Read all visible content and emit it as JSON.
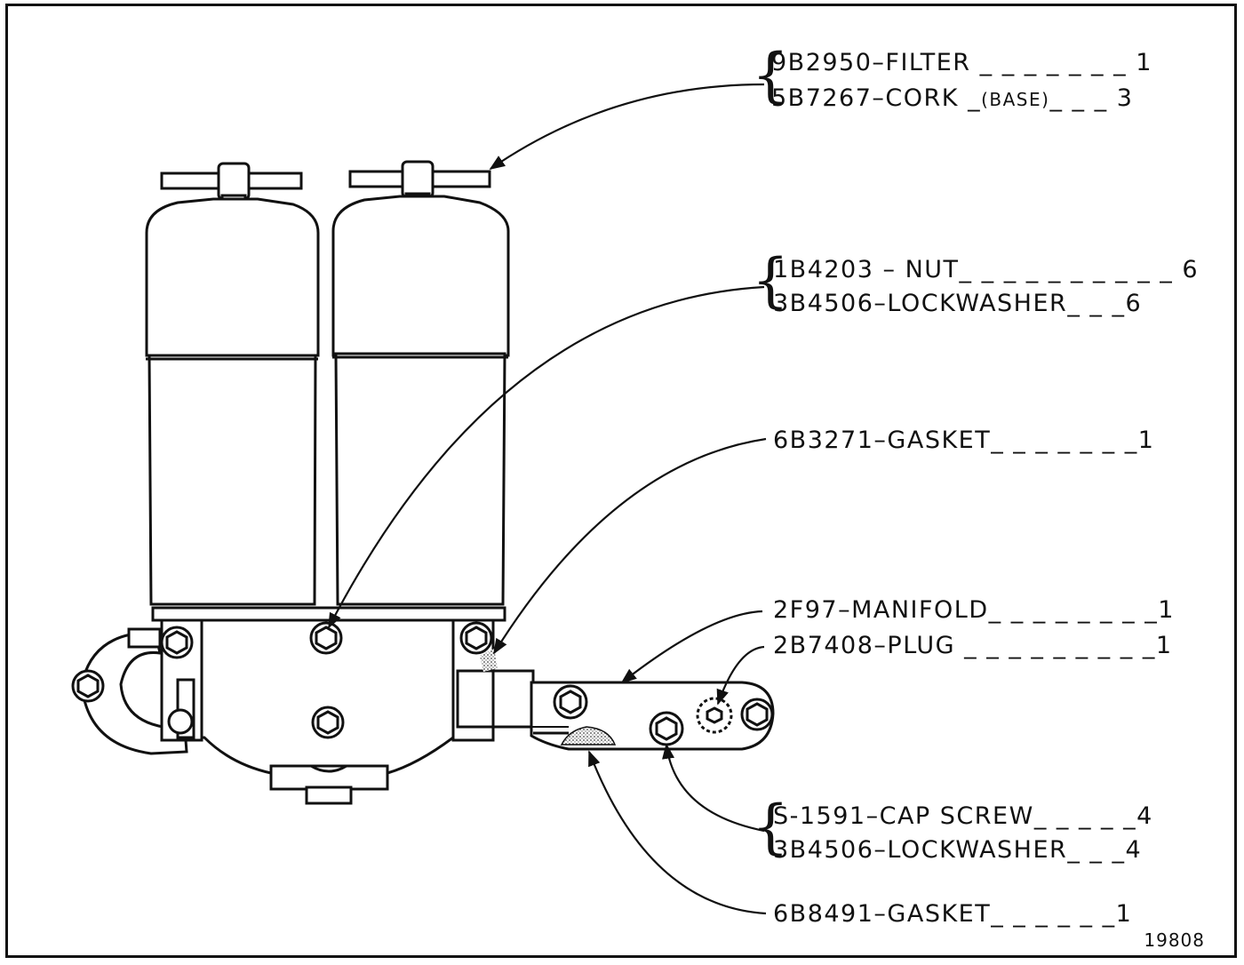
{
  "figure_number": "19808",
  "labels": {
    "filter": {
      "part": "9B2950",
      "name": "FILTER",
      "qty": "1"
    },
    "cork": {
      "part": "5B7267",
      "name": "CORK",
      "note": "(BASE)",
      "qty": "3"
    },
    "nut": {
      "part": "1B4203",
      "name": "NUT",
      "qty": "6"
    },
    "lockwasher_top": {
      "part": "3B4506",
      "name": "LOCKWASHER",
      "qty": "6"
    },
    "gasket_top": {
      "part": "6B3271",
      "name": "GASKET",
      "qty": "1"
    },
    "manifold": {
      "part": "2F97",
      "name": "MANIFOLD",
      "qty": "1"
    },
    "plug": {
      "part": "2B7408",
      "name": "PLUG",
      "qty": "1"
    },
    "cap_screw": {
      "part": "S-1591",
      "name": "CAP SCREW",
      "qty": "4"
    },
    "lockwasher_bottom": {
      "part": "3B4506",
      "name": "LOCKWASHER",
      "qty": "4"
    },
    "gasket_bottom": {
      "part": "6B8491",
      "name": "GASKET",
      "qty": "1"
    }
  },
  "colors": {
    "ink": "#111111",
    "paper": "#ffffff",
    "stipple": "#777777"
  }
}
